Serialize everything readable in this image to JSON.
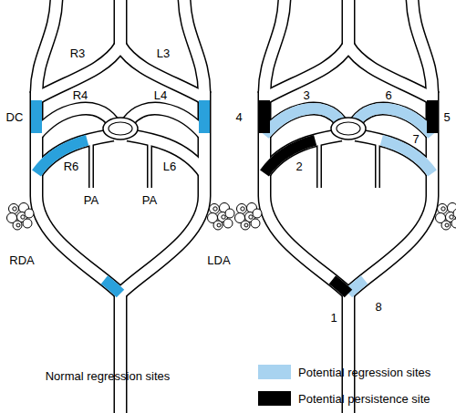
{
  "diagram": {
    "labels": [
      "R3",
      "L3",
      "DC",
      "R4",
      "L4",
      "R6",
      "L6",
      "PA",
      "PA",
      "RDA",
      "LDA",
      "Normal regression sites",
      "4",
      "3",
      "6",
      "5",
      "2",
      "7",
      "1",
      "8"
    ],
    "legend": [
      {
        "text": "Potential regression sites",
        "color": "#a8d3f0"
      },
      {
        "text": "Potential persistence site",
        "color": "#000000"
      }
    ]
  }
}
